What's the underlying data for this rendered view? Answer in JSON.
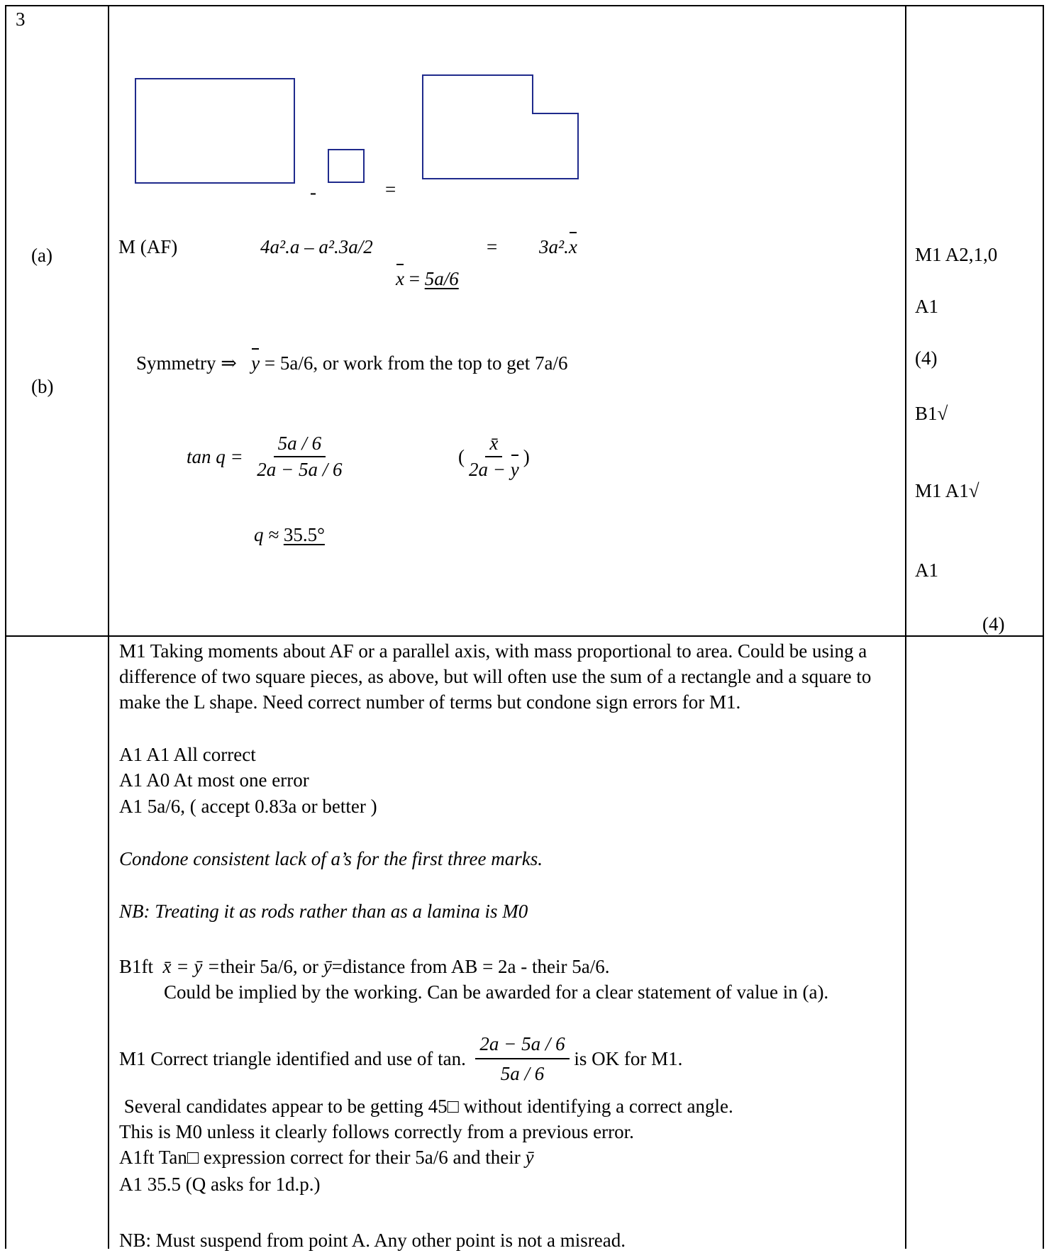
{
  "question": {
    "number": "3",
    "part_a": "(a)",
    "part_b": "(b)"
  },
  "diagram": {
    "minus": "-",
    "equals": "="
  },
  "working": {
    "a_lhs_label": "M (AF)",
    "a_expr": "4a².a  –  a².3a/2",
    "a_eq": "=",
    "a_rhs": "3a².",
    "a_rhs_var": "x",
    "xbar_var": "x",
    "xbar_eq": " = ",
    "xbar_value": "5a/6",
    "sym_text": "Symmetry ⇒",
    "sym_var": "y",
    "sym_rest": " = 5a/6,   or work from the top to get 7a/6",
    "tan_label": "tan q  =",
    "tan_num": "5a / 6",
    "tan_den": "2a − 5a / 6",
    "alt_open": "(",
    "alt_num": "x̄",
    "alt_den_pre": "2a − ",
    "alt_den_var": "y",
    "alt_close": ")",
    "q_label": "q ≈",
    "q_value": "35.5°"
  },
  "marks": {
    "m1": "M1 A2,1,0",
    "m2": "A1",
    "m3": "(4)",
    "m4": "B1√",
    "m5": "M1 A1√",
    "m6": "A1",
    "m7": "(4)"
  },
  "guidance": {
    "p1": "M1  Taking moments about AF or a parallel axis, with mass proportional to area. Could be using a difference of two square pieces, as above, but will often use the sum of a rectangle and a square to make the L shape.  Need correct number of terms but condone sign errors for M1.",
    "p2": "A1 A1 All correct",
    "p3": "A1 A0 At most one error",
    "p4": "A1  5a/6, ( accept 0.83a or better )",
    "p5": "Condone consistent lack of a’s for the first three marks.",
    "p6": "NB: Treating it as rods rather than as a lamina is M0",
    "p7a": "B1ft",
    "p7b": "x̄ = ȳ =",
    "p7c": "their 5a/6, or ",
    "p7d": "ȳ",
    "p7e": "=distance from AB = 2a - their 5a/6.",
    "p8": "Could be implied by the working. Can be awarded for a clear statement of value in (a).",
    "p9a": "M1  Correct triangle identified and use of tan.",
    "p9num": "2a − 5a / 6",
    "p9den": "5a / 6",
    "p9b": "is OK for M1.",
    "p10": " Several candidates appear to be getting 45□ without identifying a correct angle.",
    "p11": "This is M0 unless it clearly follows correctly from a previous error.",
    "p12a": "A1ft  Tan□ expression correct for their 5a/6 and their ",
    "p12b": "ȳ",
    "p13": "A1  35.5  (Q asks for 1d.p.)",
    "p14": "NB: Must suspend from point A.  Any other point is not a misread."
  }
}
